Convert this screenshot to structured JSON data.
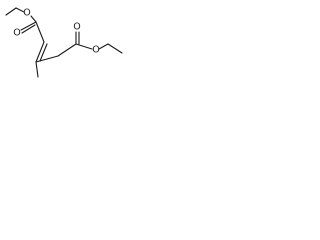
{
  "molecule": {
    "labels": {
      "ester1_carbonyl_o": "O",
      "ester1_ether_o": "O",
      "ester2_carbonyl_o": "O",
      "ester2_ether_o": "O"
    }
  }
}
